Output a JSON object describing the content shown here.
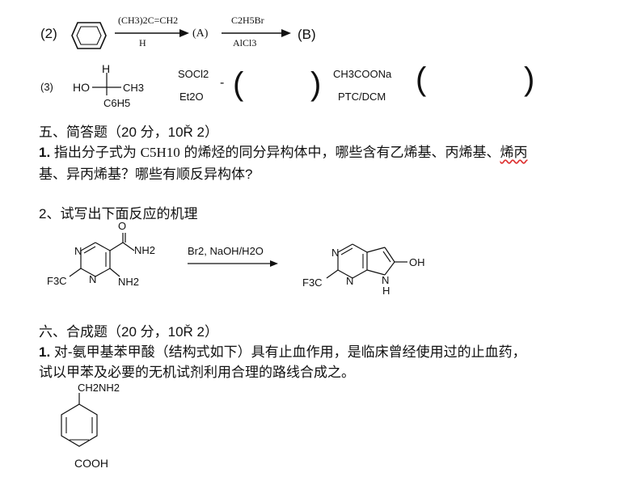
{
  "reaction2": {
    "label": "(2)",
    "reagent_top": "(CH3)2C=CH2",
    "reagent_bottom": "H",
    "intermediate": "(A)",
    "reagent2_top": "C2H5Br",
    "reagent2_bottom": "AlCl3",
    "product": "(B)"
  },
  "reaction3": {
    "label": "(3)",
    "substituent_top": "H",
    "substituent_left": "HO",
    "substituent_right": "CH3",
    "substituent_bottom": "C6H5",
    "reagent_top": "SOCl2",
    "reagent_bottom": "Et2O",
    "dash": "-",
    "reagent2_top": "CH3COONa",
    "reagent2_bottom": "PTC/DCM",
    "blank_open": "(",
    "blank_close": ")"
  },
  "section5": {
    "heading": "五、简答题（20 分，10Ř 2）",
    "q1_number": "1.",
    "q1_line1_pre": "指出分子式为 ",
    "q1_formula": "C5H10",
    "q1_line1_post": " 的烯烃的同分异构体中，哪些含有乙烯基、丙烯基、",
    "q1_line1_wavy": "烯丙",
    "q1_line2": "基、异丙烯基？哪些有顺反异构体?",
    "q2": "2、试写出下面反应的机理"
  },
  "mechanism": {
    "reactant_o": "O",
    "reactant_nh2_amide": "NH2",
    "reactant_n1": "N",
    "reactant_n2": "N",
    "reactant_nh2": "NH2",
    "reactant_cf3": "F3C",
    "reagents": "Br2, NaOH/H2O",
    "product_n1": "N",
    "product_n2": "N",
    "product_nh": "N",
    "product_h": "H",
    "product_oh": "OH",
    "product_cf3": "F3C"
  },
  "section6": {
    "heading": "六、合成题（20 分，10Ř 2）",
    "q1_number": "1.",
    "q1_line1": "对-氨甲基苯甲酸（结构式如下）具有止血作用，是临床曾经使用过的止血药，",
    "q1_line2": "试以甲苯及必要的无机试剂利用合理的路线合成之。",
    "struct_top": "CH2NH2",
    "struct_bottom": "COOH"
  }
}
